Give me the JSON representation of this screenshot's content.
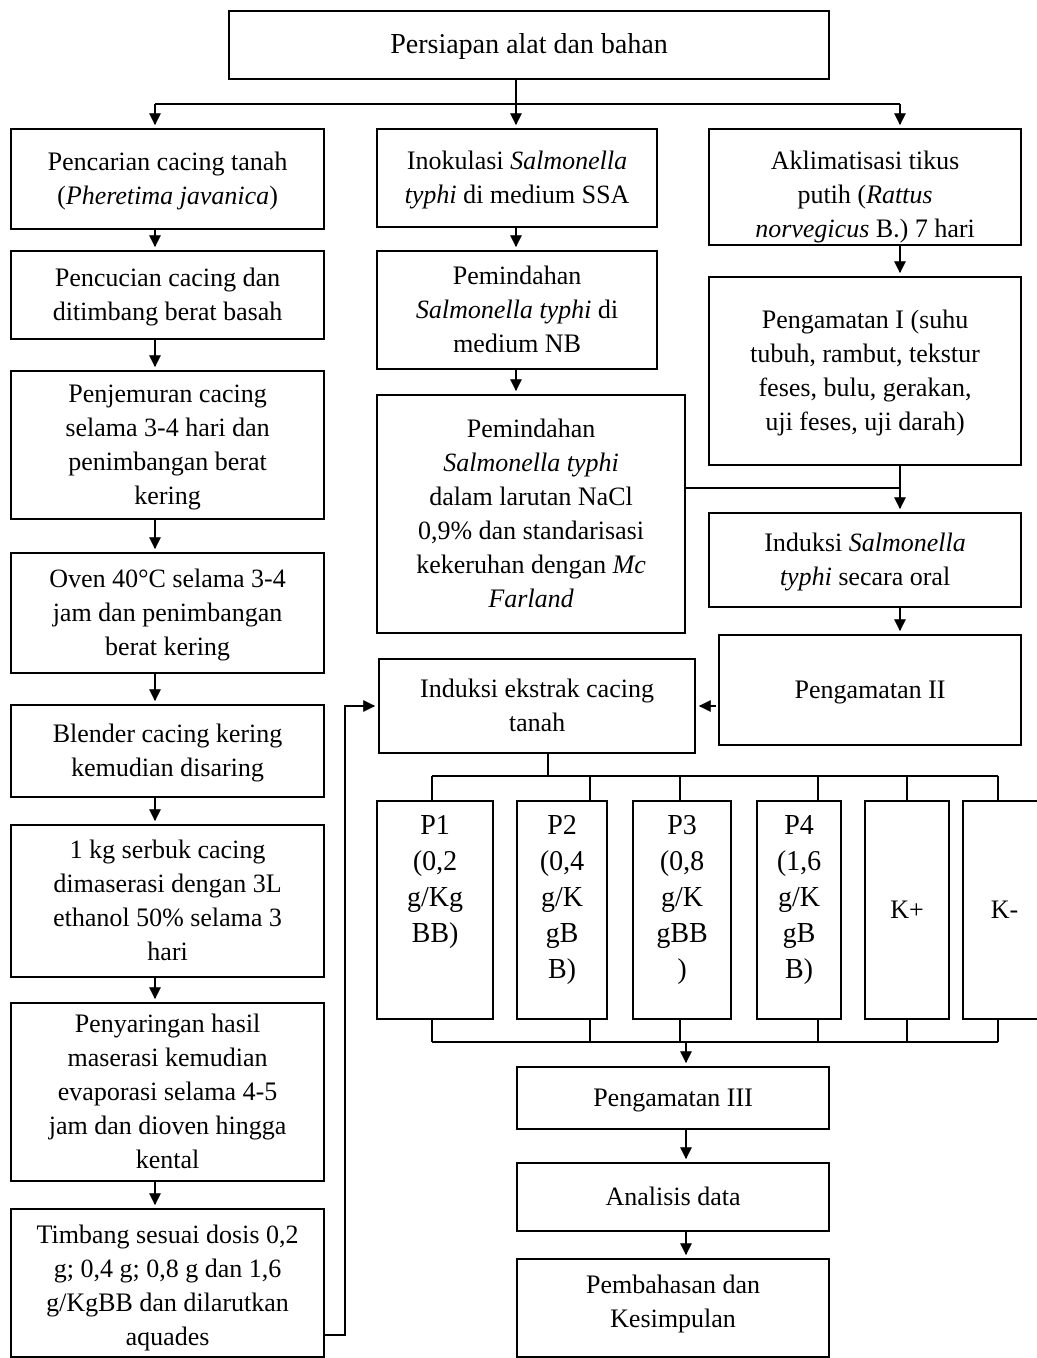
{
  "diagram": {
    "start": "Persiapan alat dan bahan",
    "left": [
      {
        "html": "Pencarian cacing tanah<br>(<i>Pheretima javanica</i>)"
      },
      {
        "html": "Pencucian cacing dan<br>ditimbang berat basah"
      },
      {
        "html": "Penjemuran cacing<br>selama 3-4 hari dan<br>penimbangan berat<br>kering"
      },
      {
        "html": "Oven 40°C selama 3-4<br>jam dan penimbangan<br>berat kering"
      },
      {
        "html": "Blender cacing kering<br>kemudian disaring"
      },
      {
        "html": "1 kg serbuk cacing<br>dimaserasi dengan 3L<br>ethanol 50% selama 3<br>hari"
      },
      {
        "html": "Penyaringan hasil<br>maserasi kemudian<br>evaporasi selama 4-5<br>jam dan dioven hingga<br>kental"
      },
      {
        "html": "Timbang sesuai dosis 0,2<br>g; 0,4 g; 0,8 g dan 1,6<br>g/KgBB dan dilarutkan<br>aquades"
      }
    ],
    "middle": [
      {
        "html": "Inokulasi <i>Salmonella<br>typhi</i> di medium SSA"
      },
      {
        "html": "Pemindahan<br><i>Salmonella typhi</i> di<br>medium NB"
      },
      {
        "html": "Pemindahan<br><i>Salmonella typhi</i><br>dalam larutan NaCl<br>0,9% dan standarisasi<br>kekeruhan dengan <i>Mc<br>Farland</i>"
      }
    ],
    "right": [
      {
        "html": "Aklimatisasi tikus<br>putih (<i>Rattus<br>norvegicus</i> B.) 7 hari"
      },
      {
        "html": "Pengamatan I (suhu<br>tubuh, rambut, tekstur<br>feses, bulu, gerakan,<br>uji feses, uji darah)"
      },
      {
        "html": "Induksi <i>Salmonella<br>typhi</i> secara oral"
      },
      {
        "html": "Pengamatan II"
      }
    ],
    "induction": "Induksi ekstrak cacing<br>tanah",
    "treatments": [
      "P1<br>(0,2<br>g/Kg<br>BB)",
      "P2<br>(0,4<br>g/K<br>gB<br>B)",
      "P3<br>(0,8<br>g/K<br>gBB<br>)",
      "P4<br>(1,6<br>g/K<br>gB<br>B)",
      "K+",
      "K-"
    ],
    "end": [
      "Pengamatan III",
      "Analisis data",
      "Pembahasan dan<br>Kesimpulan"
    ]
  }
}
